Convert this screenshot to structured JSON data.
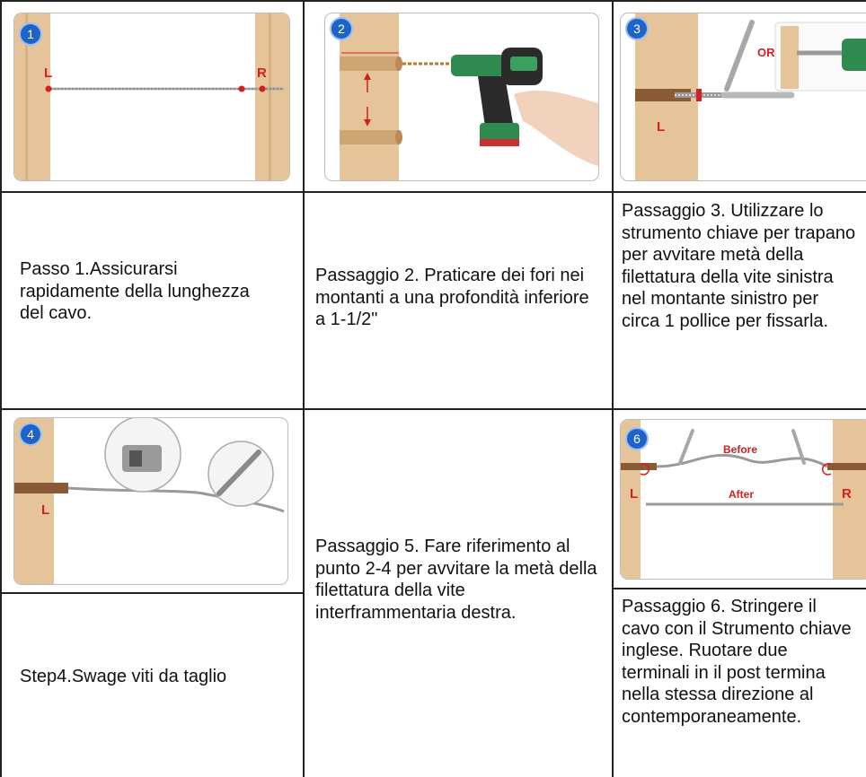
{
  "steps": {
    "s1": {
      "badge": "1",
      "left_label": "L",
      "right_label": "R",
      "text": "Passo 1.Assicurarsi rapidamente della lunghezza del cavo."
    },
    "s2": {
      "badge": "2",
      "text": "Passaggio 2. Praticare dei fori nei montanti a una profondità inferiore a 1-1/2\""
    },
    "s3": {
      "badge": "3",
      "or_label": "OR",
      "left_label": "L",
      "text": "Passaggio 3. Utilizzare lo strumento chiave per trapano per avvitare metà della filettatura della vite sinistra nel montante sinistro per circa 1 pollice per fissarla."
    },
    "s4": {
      "badge": "4",
      "left_label": "L",
      "text": "Step4.Swage viti da taglio"
    },
    "s5": {
      "text": "Passaggio 5. Fare riferimento al punto 2-4 per avvitare la metà della filettatura della vite interframmentaria destra."
    },
    "s6": {
      "badge": "6",
      "before_label": "Before",
      "after_label": "After",
      "left_label": "L",
      "right_label": "R",
      "text": "Passaggio 6. Stringere il cavo con il Strumento chiave inglese. Ruotare due terminali in il post termina nella stessa direzione al contemporaneamente."
    }
  },
  "colors": {
    "wood": "#e6c49a",
    "wood_dark": "#cfa574",
    "accent_red": "#d02020",
    "badge_blue": "#1e63c8",
    "grid": "#222222"
  }
}
